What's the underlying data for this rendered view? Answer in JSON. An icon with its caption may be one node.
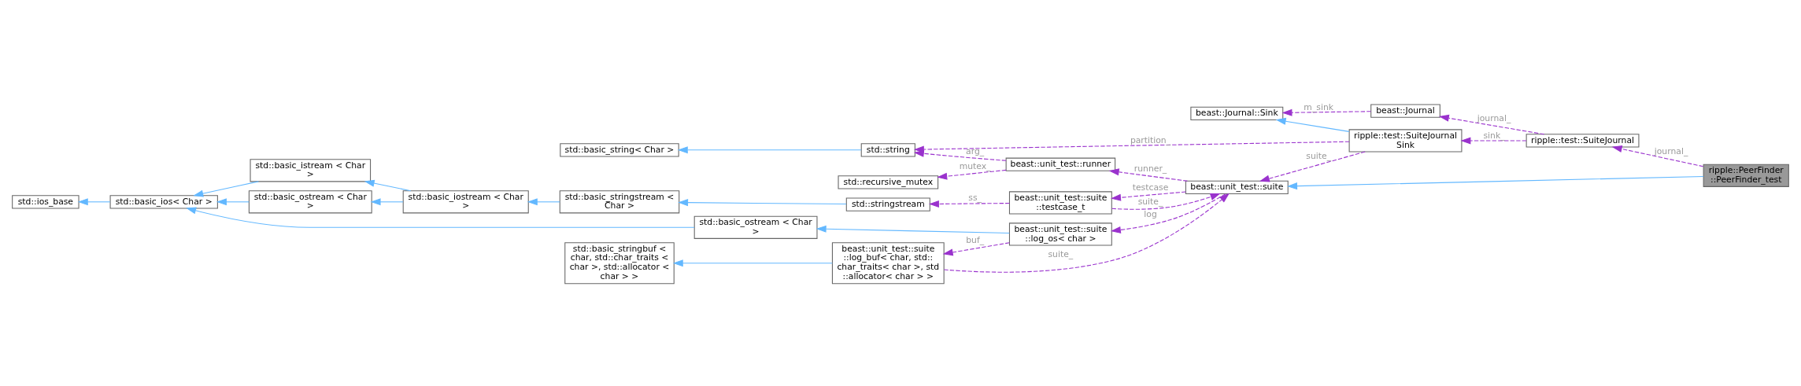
{
  "diagram": {
    "nodes": [
      {
        "text": [
          "ripple::PeerFinder ::PeerFinder_test"
        ]
      },
      {
        "text": [
          "ripple::test::SuiteJournal"
        ]
      },
      {
        "text": [
          "beast::Journal"
        ]
      },
      {
        "text": [
          "beast::Journal::Sink"
        ]
      },
      {
        "text": [
          "ripple::test::SuiteJournalSink"
        ]
      },
      {
        "text": [
          "beast::unit_test::suite"
        ]
      },
      {
        "text": [
          "std::string"
        ]
      },
      {
        "text": [
          "std::basic_string< Char >"
        ]
      },
      {
        "text": [
          "beast::unit_test::runner"
        ]
      },
      {
        "text": [
          "std::recursive_mutex"
        ]
      },
      {
        "text": [
          "beast::unit_test::suite ::testcase_t"
        ]
      },
      {
        "text": [
          "std::stringstream"
        ]
      },
      {
        "text": [
          "std::basic_stringstream < Char >"
        ]
      },
      {
        "text": [
          "std::basic_iostream < Char >"
        ]
      },
      {
        "text": [
          "std::basic_istream < Char >"
        ]
      },
      {
        "text": [
          "std::basic_ostream < Char >"
        ]
      },
      {
        "text": [
          "std::basic_ios< Char >"
        ]
      },
      {
        "text": [
          "std::ios_base"
        ]
      },
      {
        "text": [
          "beast::unit_test::suite ::log_buf< char, std:: char_traits< char >, std ::allocator< char > >"
        ]
      },
      {
        "text": [
          "std::basic_stringbuf < char, std::char_traits < char >, std::allocator < char > >"
        ]
      },
      {
        "text": [
          "beast::unit_test::suite ::log_os< char >"
        ]
      },
      {
        "text": [
          "std::basic_ostream < Char >"
        ]
      }
    ],
    "edges": [
      {
        "from": 0,
        "to": 1,
        "arrow": "to",
        "label": "journal_",
        "style": "dashed",
        "color": "#9a32cd"
      },
      {
        "from": 0,
        "to": 5,
        "arrow": "to",
        "color": "#63b8ff"
      },
      {
        "from": 1,
        "to": 4,
        "arrow": "to",
        "label": "sink_",
        "style": "dashed",
        "color": "#9a32cd"
      },
      {
        "from": 1,
        "to": 2,
        "arrow": "to",
        "label": "journal_",
        "style": "dashed",
        "color": "#9a32cd"
      },
      {
        "from": 2,
        "to": 3,
        "arrow": "to",
        "label": "m_sink",
        "style": "dashed",
        "color": "#9a32cd"
      },
      {
        "from": 4,
        "to": 3,
        "arrow": "to",
        "color": "#63b8ff"
      },
      {
        "from": 4,
        "to": 6,
        "arrow": "to",
        "label": "partition_",
        "style": "dashed",
        "color": "#9a32cd"
      },
      {
        "from": 4,
        "to": 5,
        "arrow": "to",
        "label": "suite_",
        "style": "dashed",
        "color": "#9a32cd"
      },
      {
        "from": 6,
        "to": 7,
        "arrow": "to",
        "color": "#63b8ff"
      },
      {
        "from": 5,
        "to": 8,
        "arrow": "to",
        "label": "runner_",
        "style": "dashed",
        "color": "#9a32cd"
      },
      {
        "from": 8,
        "to": 6,
        "arrow": "to",
        "label": "arg_",
        "style": "dashed",
        "color": "#9a32cd"
      },
      {
        "from": 8,
        "to": 9,
        "arrow": "to",
        "label": "mutex_",
        "style": "dashed",
        "color": "#9a32cd"
      },
      {
        "from": 5,
        "to": 10,
        "arrow": "to",
        "label": "testcase",
        "style": "dashed",
        "color": "#9a32cd"
      },
      {
        "from": 10,
        "to": 5,
        "arrow": "to",
        "label": "suite_",
        "style": "dashed",
        "color": "#9a32cd"
      },
      {
        "from": 10,
        "to": 11,
        "arrow": "to",
        "label": "ss_",
        "style": "dashed",
        "color": "#9a32cd"
      },
      {
        "from": 5,
        "to": 20,
        "arrow": "to",
        "label": "log",
        "style": "dashed",
        "color": "#9a32cd"
      },
      {
        "from": 18,
        "to": 5,
        "arrow": "to",
        "label": "suite_",
        "style": "dashed",
        "color": "#9a32cd"
      },
      {
        "from": 20,
        "to": 18,
        "arrow": "to",
        "label": "buf_",
        "style": "dashed",
        "color": "#9a32cd"
      },
      {
        "from": 18,
        "to": 19,
        "arrow": "to",
        "color": "#63b8ff"
      },
      {
        "from": 20,
        "to": 21,
        "arrow": "to",
        "color": "#63b8ff"
      },
      {
        "from": 11,
        "to": 12,
        "arrow": "to",
        "color": "#63b8ff"
      },
      {
        "from": 12,
        "to": 13,
        "arrow": "to",
        "color": "#63b8ff"
      },
      {
        "from": 13,
        "to": 14,
        "arrow": "to",
        "color": "#63b8ff"
      },
      {
        "from": 13,
        "to": 15,
        "arrow": "to",
        "color": "#63b8ff"
      },
      {
        "from": 14,
        "to": 16,
        "arrow": "to",
        "color": "#63b8ff"
      },
      {
        "from": 15,
        "to": 16,
        "arrow": "to",
        "color": "#63b8ff"
      },
      {
        "from": 21,
        "to": 16,
        "arrow": "to",
        "color": "#63b8ff"
      },
      {
        "from": 16,
        "to": 17,
        "arrow": "to",
        "color": "#63b8ff"
      }
    ]
  }
}
